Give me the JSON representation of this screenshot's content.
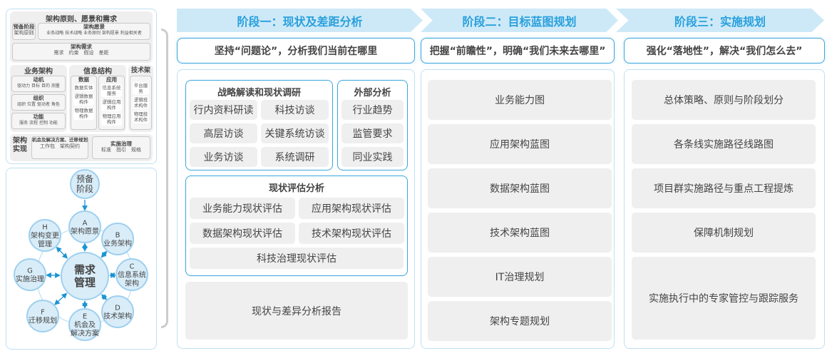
{
  "left_top": {
    "title": "架构原则、愿景和需求",
    "prep": {
      "title": "预备阶段",
      "items": "架构原则"
    },
    "vision": {
      "title": "架构愿景",
      "items": "业务战略 技术战略 业务原则 架构愿景 利益相关者"
    },
    "req": {
      "title": "架构需求",
      "items": "需求　约束　假设　差距"
    },
    "biz": {
      "title": "业务架构",
      "groups": [
        {
          "title": "动机",
          "items": "驱动力 目标 目的 测量"
        },
        {
          "title": "组织",
          "items": "组织 位置 驱动者 角色"
        },
        {
          "title": "功能",
          "items": "服务 流程 控制 功能"
        }
      ]
    },
    "info": {
      "title": "信息结构",
      "data": {
        "title": "数据",
        "items": [
          "数据实体",
          "逻辑数据构件",
          "物理数据构件"
        ]
      },
      "app": {
        "title": "应用",
        "items": [
          "信息系统服务",
          "逻辑应用构件",
          "物理应用构件"
        ]
      }
    },
    "tech": {
      "title": "技术架构",
      "items": [
        "平台服务",
        "逻辑技术构件",
        "物理技术构件"
      ]
    },
    "impl": {
      "title": "架构实现",
      "opp": {
        "title": "机会及解决方案、迁移规划",
        "items": "工作包　架构契约"
      },
      "gov": {
        "title": "实施治理",
        "items": "标准　指引　规格"
      }
    }
  },
  "cycle": {
    "pre": "预备阶段",
    "center": "需求管理",
    "phases": [
      {
        "letter": "A",
        "label": "架构愿景"
      },
      {
        "letter": "B",
        "label": "业务架构"
      },
      {
        "letter": "C",
        "label": "信息系统架构"
      },
      {
        "letter": "D",
        "label": "技术架构"
      },
      {
        "letter": "E",
        "label": "机会及解决方案"
      },
      {
        "letter": "F",
        "label": "迁移规划"
      },
      {
        "letter": "G",
        "label": "实施治理"
      },
      {
        "letter": "H",
        "label": "架构变更管理"
      }
    ]
  },
  "stages": [
    {
      "title": "阶段一：现状及差距分析",
      "slogan": "坚持“问题论”，分析我们当前在哪里"
    },
    {
      "title": "阶段二：目标蓝图规划",
      "slogan": "把握“前瞻性”，明确“我们未来去哪里”"
    },
    {
      "title": "阶段三：实施规划",
      "slogan": "强化“落地性”，解决“我们怎么去”"
    }
  ],
  "stage1": {
    "research": {
      "title": "战略解读和现状调研",
      "items": [
        "行内资料研读",
        "科技访谈",
        "高层访谈",
        "关键系统访谈",
        "业务访谈",
        "系统调研"
      ]
    },
    "external": {
      "title": "外部分析",
      "items": [
        "行业趋势",
        "监管要求",
        "同业实践"
      ]
    },
    "assess": {
      "title": "现状评估分析",
      "items": [
        "业务能力现状评估",
        "应用架构现状评估",
        "数据架构现状评估",
        "技术架构现状评估",
        "科技治理现状评估"
      ]
    },
    "report": "现状与差异分析报告"
  },
  "stage2": {
    "items": [
      "业务能力图",
      "应用架构蓝图",
      "数据架构蓝图",
      "技术架构蓝图",
      "IT治理规划",
      "架构专题规划"
    ]
  },
  "stage3": {
    "items": [
      "总体策略、原则与阶段划分",
      "各条线实施路径线路图",
      "项目群实施路径与重点工程提炼",
      "保障机制规划",
      "实施执行中的专家管控与跟踪服务"
    ]
  },
  "colors": {
    "accent": "#3aa6dc",
    "header_bg": "#cde9f8",
    "header_text": "#29a0dc",
    "item_bg": "#efefef"
  }
}
